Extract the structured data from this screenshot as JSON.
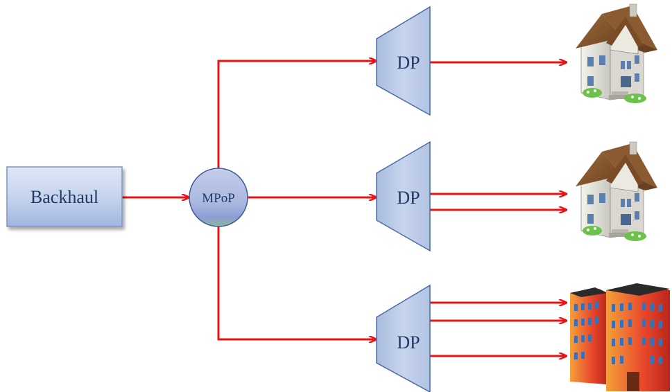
{
  "diagram": {
    "backhaul_label": "Backhaul",
    "mpop_label": "MPoP",
    "dp_labels": [
      "DP",
      "DP",
      "DP"
    ],
    "destinations": [
      "house-icon",
      "house-icon",
      "apartment-buildings-icon"
    ]
  },
  "colors": {
    "link": "#ee1111",
    "node_fill": "#c5d3ea",
    "node_stroke": "#5f7fb5",
    "text": "#1f3864"
  }
}
